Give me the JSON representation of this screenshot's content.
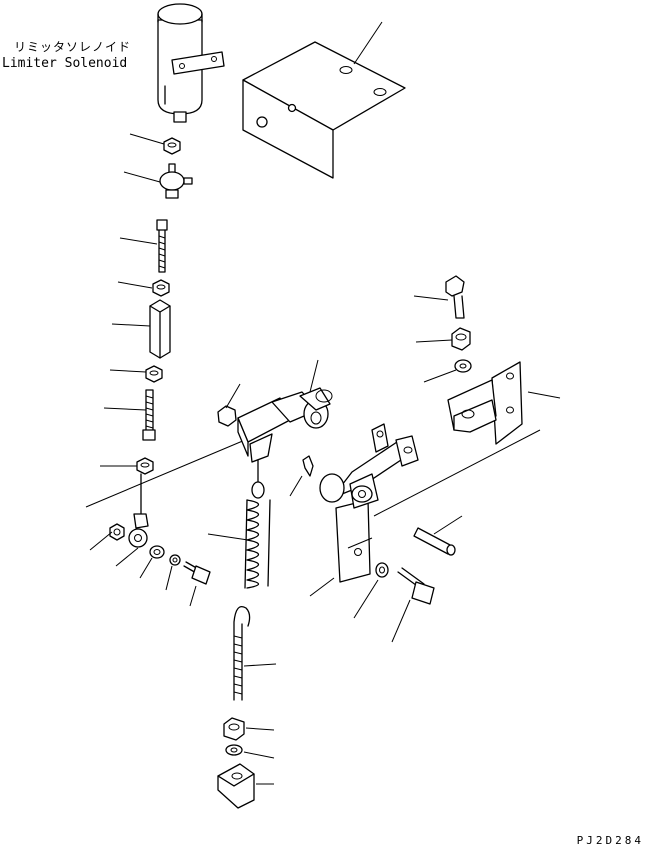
{
  "labels": {
    "solenoid_jp": "リミッタソレノイド",
    "solenoid_en": "Limiter Solenoid",
    "drawing_number": "PJ2D284"
  }
}
